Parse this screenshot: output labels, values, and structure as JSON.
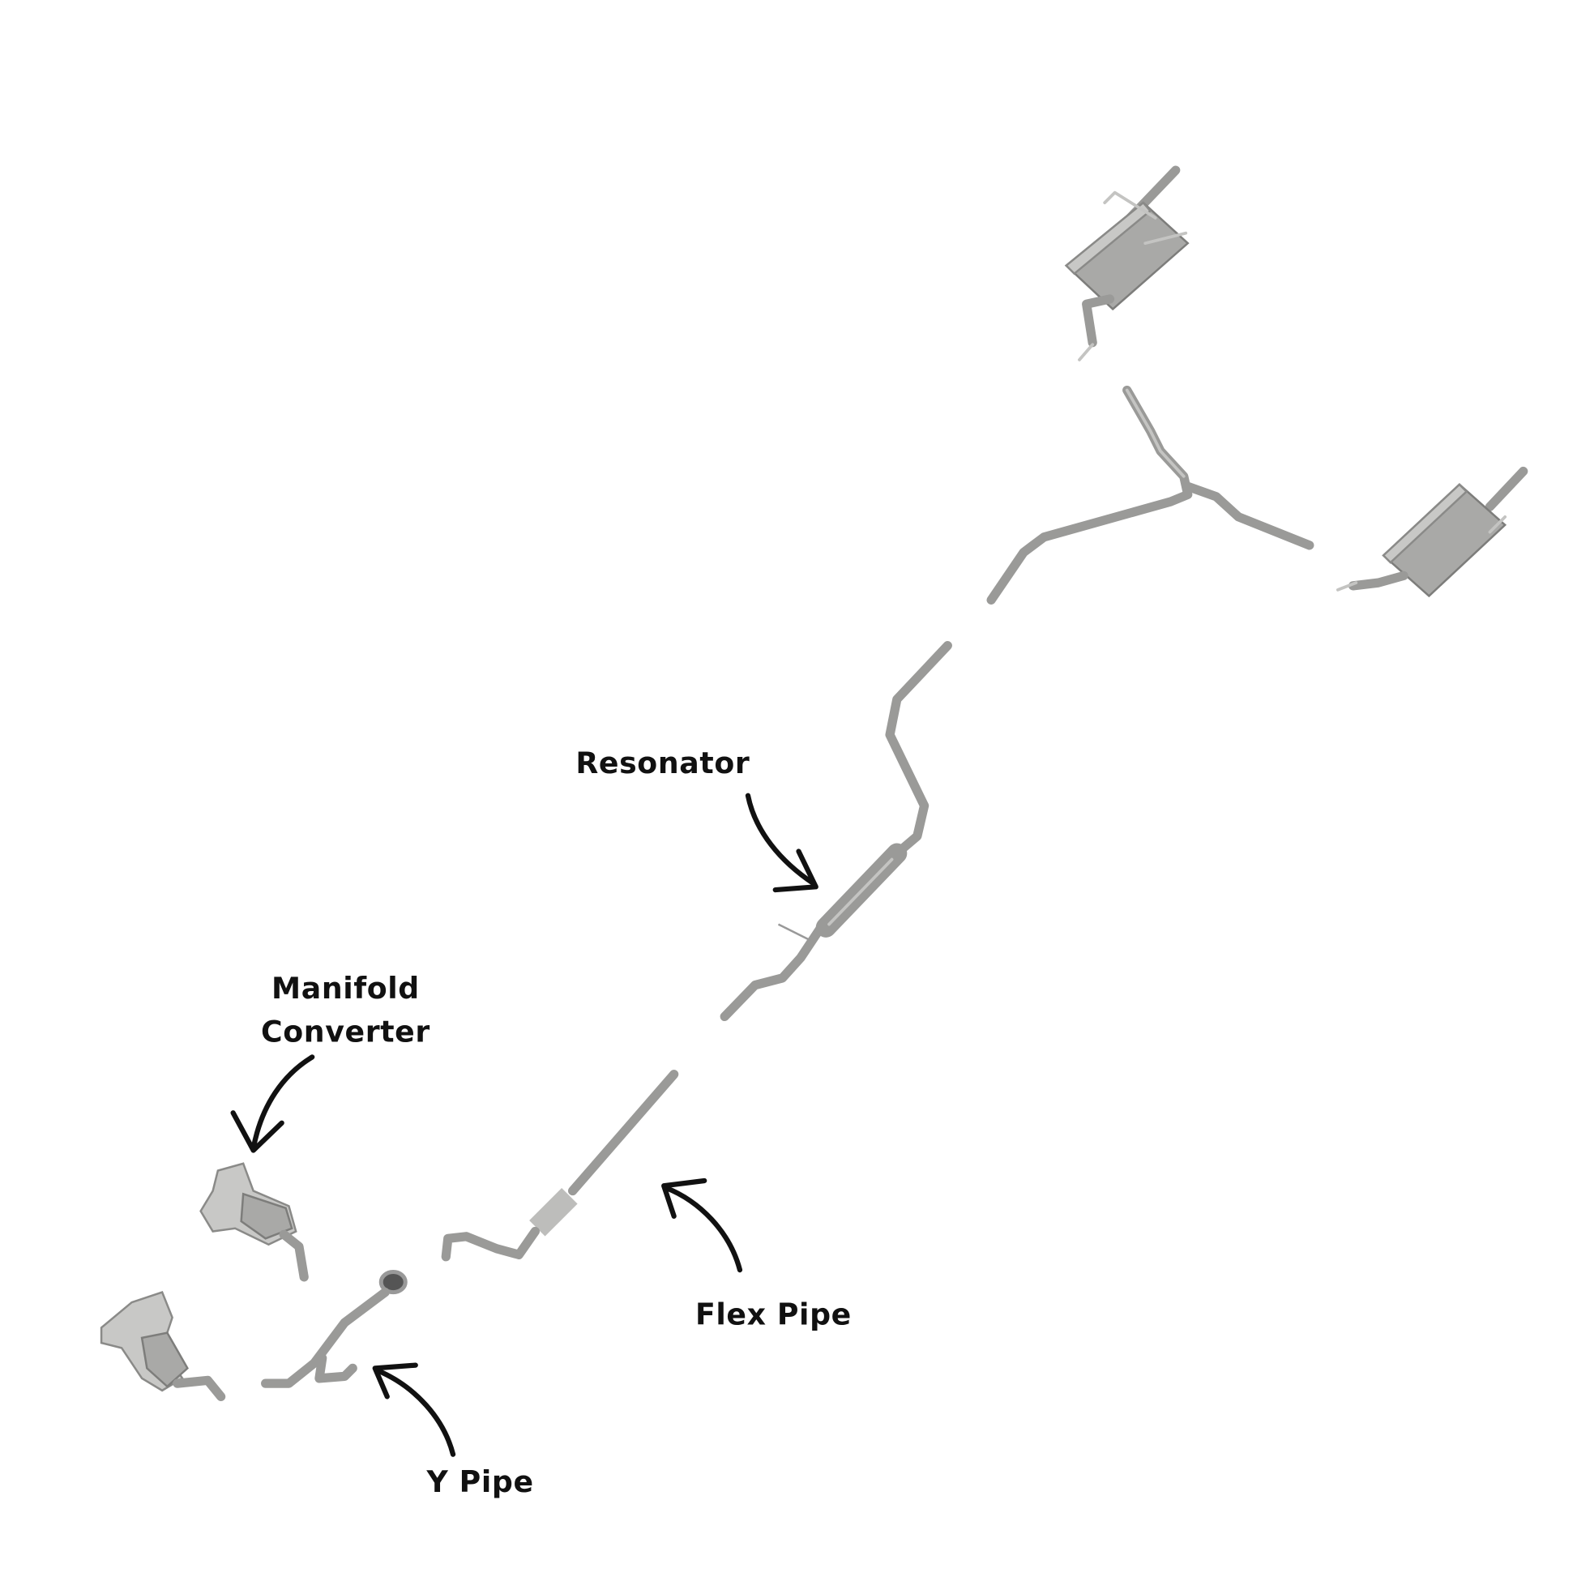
{
  "diagram": {
    "title": "",
    "labels": {
      "resonator": "Resonator",
      "manifold_converter_line1": "Manifold",
      "manifold_converter_line2": "Converter",
      "flex_pipe": "Flex Pipe",
      "y_pipe": "Y Pipe"
    },
    "colors": {
      "pipe": "#9a9a98",
      "text": "#111111",
      "background": "#ffffff"
    }
  }
}
